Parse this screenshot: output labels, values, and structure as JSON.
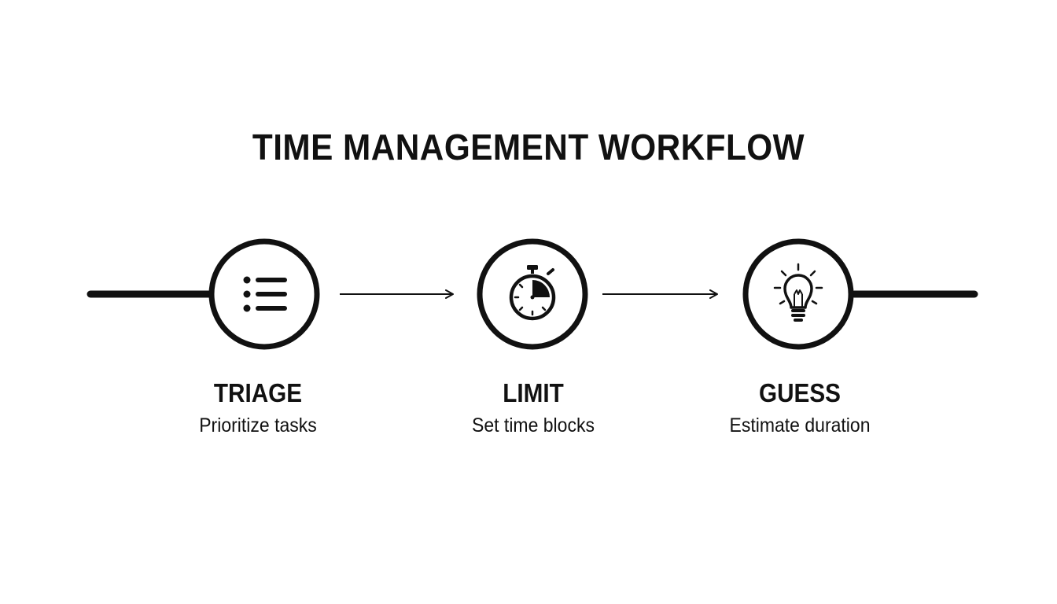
{
  "title": "TIME MANAGEMENT WORKFLOW",
  "colors": {
    "ink": "#111111",
    "background": "#ffffff"
  },
  "steps": [
    {
      "name": "TRIAGE",
      "description": "Prioritize tasks",
      "icon": "list-icon"
    },
    {
      "name": "LIMIT",
      "description": "Set time blocks",
      "icon": "stopwatch-icon"
    },
    {
      "name": "GUESS",
      "description": "Estimate duration",
      "icon": "lightbulb-icon"
    }
  ]
}
